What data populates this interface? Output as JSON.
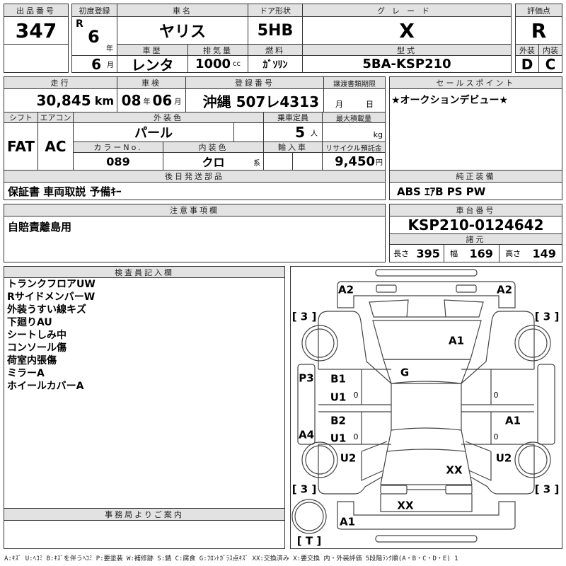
{
  "lot": {
    "label": "出品番号",
    "number": "347"
  },
  "registration": {
    "label": "初度登録",
    "era": "R",
    "year": "6",
    "year_unit": "年",
    "month": "6",
    "month_unit": "月"
  },
  "car_name": {
    "label": "車名",
    "value": "ヤリス"
  },
  "door": {
    "label": "ドア形状",
    "value": "5HB"
  },
  "grade": {
    "label": "グレード",
    "value": "X"
  },
  "history": {
    "label": "車歴",
    "value": "レンタ"
  },
  "displacement": {
    "label": "排気量",
    "value": "1000",
    "unit": "cc"
  },
  "fuel": {
    "label": "燃料",
    "value": "ｶﾞｿﾘﾝ"
  },
  "model": {
    "label": "型式",
    "value": "5BA-KSP210"
  },
  "score": {
    "label": "評価点",
    "value": "R",
    "exterior_label": "外装",
    "interior_label": "内装",
    "exterior": "D",
    "interior": "C"
  },
  "mileage": {
    "label": "走行",
    "value": "30,845",
    "unit": "km"
  },
  "inspection": {
    "label": "車検",
    "year": "08",
    "year_unit": "年",
    "month": "06",
    "month_unit": "月"
  },
  "plate": {
    "label": "登録番号",
    "value": "沖縄 507レ4313"
  },
  "transfer": {
    "label": "譲渡書類期限",
    "month_unit": "月",
    "day_unit": "日"
  },
  "shift": {
    "label": "シフト",
    "value": "FAT"
  },
  "aircon": {
    "label": "エアコン",
    "value": "AC"
  },
  "exterior_color": {
    "label": "外装色",
    "value": "パール"
  },
  "capacity": {
    "label": "乗車定員",
    "value": "5",
    "unit": "人"
  },
  "max_load": {
    "label": "最大積載量",
    "unit": "kg"
  },
  "color_no": {
    "label": "カラーNo.",
    "value": "089"
  },
  "interior_color": {
    "label": "内装色",
    "value": "クロ",
    "unit": "系"
  },
  "import": {
    "label": "輸入車"
  },
  "recycle": {
    "label": "リサイクル預託金",
    "value": "9,450",
    "unit": "円"
  },
  "parts": {
    "label": "後日発送部品",
    "value": "保証書 車両取説 予備ｷｰ"
  },
  "sales": {
    "label": "セールスポイント",
    "value": "★オークションデビュー★"
  },
  "equipment": {
    "label": "純正装備",
    "value": "ABS ｴｱB PS PW"
  },
  "notes": {
    "label": "注意事項欄",
    "value": "自賠責離島用"
  },
  "chassis": {
    "label": "車台番号",
    "value": "KSP210-0124642"
  },
  "specs": {
    "label": "諸元",
    "length_label": "長さ",
    "length": "395",
    "width_label": "幅",
    "width": "169",
    "height_label": "高さ",
    "height": "149"
  },
  "inspector": {
    "label": "検査員記入欄",
    "items": [
      "トランクフロアUW",
      "RサイドメンバーW",
      "外装うすい線キズ",
      "下廻りAU",
      "シートしみ中",
      "コンソール傷",
      "荷室内張傷",
      "ミラーA",
      "ホイールカバーA"
    ]
  },
  "office": {
    "label": "事務局よりご案内"
  },
  "diagram": {
    "front_left": "A2",
    "front_right": "A2",
    "tire_fl": "[ 3 ]",
    "tire_fr": "[ 3 ]",
    "tire_rl": "[ 3 ]",
    "tire_rr": "[ 3 ]",
    "hood": "A1",
    "windshield": "G",
    "left_sill": "P3",
    "left_front_door": "B1",
    "left_front_door_2": "U1",
    "left_rear_door": "B2",
    "left_sill_2": "A4",
    "left_rear_door_2": "U1",
    "zero": "0",
    "right_rear_door": "A1",
    "left_quarter": "U2",
    "right_quarter": "U2",
    "trunk": "XX",
    "rear_panel": "XX",
    "rear_bumper": "A1",
    "spare": "[ T ]"
  },
  "legend": "A:ｷｽﾞ  U:ﾍｺﾐ  B:ｷｽﾞを伴うﾍｺﾐ  P:要塗装  W:補修跡  S:錆  C:腐食  G:ﾌﾛﾝﾄｶﾞﾗｽ点ｷｽﾞ  XX:交換済み  X:要交換   内・外装評価  5段階ﾗﾝｸ順(A・B・C・D・E) 1"
}
